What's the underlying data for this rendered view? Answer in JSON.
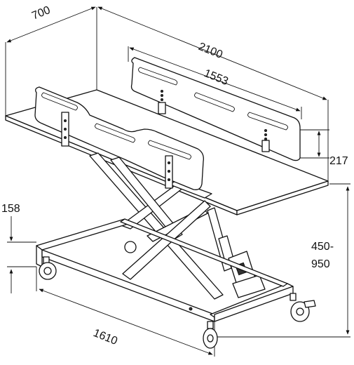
{
  "dimensions": {
    "width": "700",
    "length": "2100",
    "rail_length": "1553",
    "rail_height": "217",
    "height_range_line1": "450-",
    "height_range_line2": "950",
    "lowest_clearance": "158",
    "base_length": "1610"
  },
  "colors": {
    "line": "#111111",
    "background": "#ffffff"
  }
}
